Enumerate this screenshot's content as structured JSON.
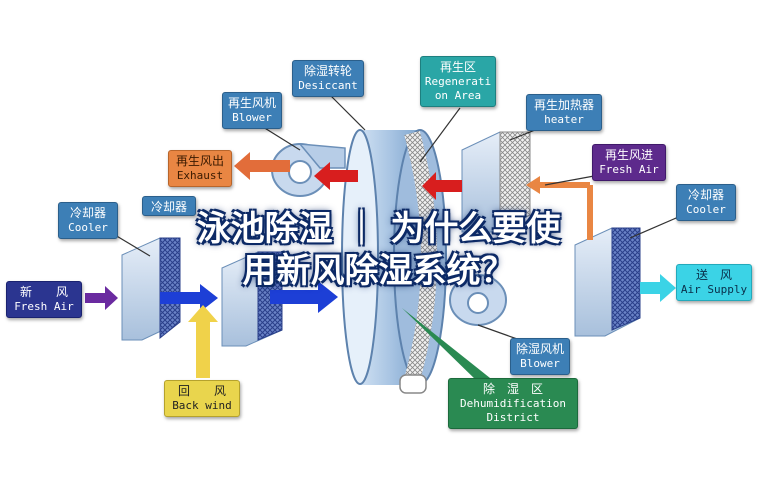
{
  "headline": {
    "line1": "泳池除湿 ｜ 为什么要使",
    "line2": "用新风除湿系统？"
  },
  "labels": {
    "desiccant": {
      "zh": "除湿转轮",
      "en": "Desiccant"
    },
    "regeneration_area": {
      "zh": "再生区",
      "en1": "Regenerati",
      "en2": "on Area"
    },
    "regen_blower": {
      "zh": "再生风机",
      "en": "Blower"
    },
    "regen_heater": {
      "zh": "再生加热器",
      "en": "heater"
    },
    "exhaust": {
      "zh": "再生风出",
      "en": "Exhaust"
    },
    "regen_fresh_air": {
      "zh": "再生风进",
      "en": "Fresh Air"
    },
    "cooler_left": {
      "zh": "冷却器",
      "en": "Cooler"
    },
    "cooler_right": {
      "zh": "冷却器",
      "en": "Cooler"
    },
    "cooler_partial": {
      "zh": "冷却器"
    },
    "fresh_air": {
      "zh": "新　　风",
      "en": "Fresh Air"
    },
    "air_supply": {
      "zh": "送　风",
      "en": "Air Supply"
    },
    "back_wind": {
      "zh": "回　　风",
      "en": "Back wind"
    },
    "dehum_blower": {
      "zh": "除湿风机",
      "en": "Blower"
    },
    "dehum_district": {
      "zh": "除　湿　区",
      "en1": "Dehumidification",
      "en2": "District"
    }
  },
  "colors": {
    "blue_label": "#3d7fb6",
    "orange_label": "#e98643",
    "teal_label": "#2aa6a6",
    "navy_label": "#2b3590",
    "purple_label": "#5d2a8c",
    "yellow_label": "#e9d54d",
    "cyan_label": "#3bd3e6",
    "green_label": "#2a8a52",
    "headline_outline": "#0d2a66"
  }
}
